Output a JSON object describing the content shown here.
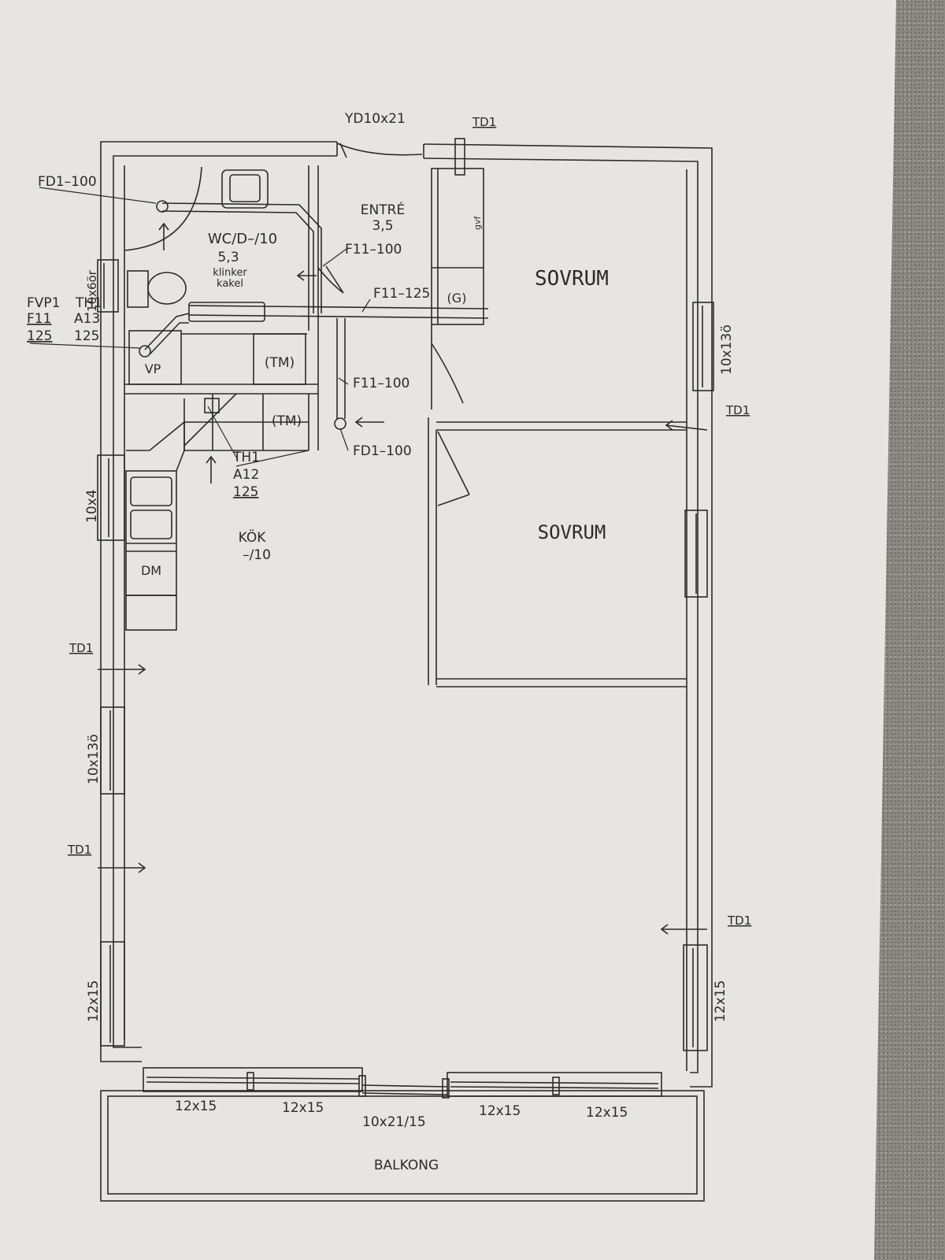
{
  "rooms": {
    "entre_name": "ENTRÉ",
    "entre_area": "3,5",
    "wc_name": "WC/D–/10",
    "wc_area": "5,3",
    "wc_finish_1": "klinker",
    "wc_finish_2": "kakel",
    "bedroom_1": "SOVRUM",
    "bedroom_2": "SOVRUM",
    "kitchen_name": "KÖK",
    "kitchen_sub": "–/10",
    "balcony": "BALKONG"
  },
  "fixtures": {
    "vp": "VP",
    "tm_1": "(TM)",
    "tm_2": "(TM)",
    "dm": "DM",
    "g": "(G)",
    "gvf": "gvf"
  },
  "ventilation": {
    "fd1_top": "FD1–100",
    "f11_100_a": "F11–100",
    "f11_125": "F11–125",
    "f11_100_b": "F11–100",
    "fd1_mid": "FD1–100",
    "fvp1": "FVP1",
    "th1_left": "TH1",
    "f11_left": "F11",
    "a13": "A13",
    "n125_a": "125",
    "n125_b": "125",
    "th1_kitchen": "TH1",
    "a12": "A12",
    "n125_c": "125"
  },
  "doors_windows": {
    "front_door": "YD10x21",
    "td1_top": "TD1",
    "td1_right": "TD1",
    "td1_left_1": "TD1",
    "td1_left_2": "TD1",
    "td1_right_low": "TD1",
    "win_right_top": "10x13ö",
    "win_left_small": "10x4",
    "win_left_wc": "10x6ör",
    "win_left_mid": "10x13ö",
    "win_left_low": "12x15",
    "win_right_low": "12x15",
    "win_bottom_1": "12x15",
    "win_bottom_2": "12x15",
    "balcony_door": "10x21/15",
    "win_bottom_3": "12x15",
    "win_bottom_4": "12x15"
  },
  "colors": {
    "paper": "#e7e5e1",
    "ink": "#2b2b2b",
    "carpet": "#8b8984"
  }
}
